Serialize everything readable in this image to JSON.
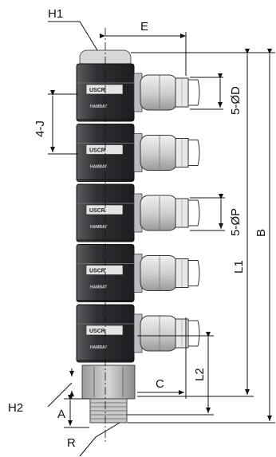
{
  "diagram": {
    "dimension_labels": {
      "h1": "H1",
      "e": "E",
      "d": "5-ØD",
      "j": "4-J",
      "p": "5-ØP",
      "l1": "L1",
      "b": "B",
      "l2": "L2",
      "c": "C",
      "h2": "H2",
      "a": "A",
      "r": "R"
    },
    "body_label_top": "USCR",
    "body_label_bottom": "HAMBAT",
    "module_count": 5,
    "colors": {
      "body": "#303236",
      "fitting": "#d9d9d9",
      "nut": "#bdbdbd",
      "line": "#111111"
    }
  }
}
